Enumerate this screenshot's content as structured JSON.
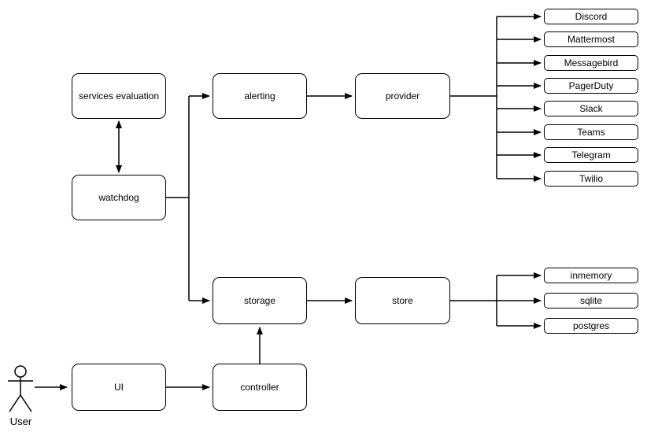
{
  "diagram": {
    "background_color": "#ffffff",
    "node_fill_color": "#ffffff",
    "stroke_color": "#000000",
    "actor": {
      "label": "User"
    },
    "nodes": {
      "services_evaluation": {
        "label": "services evaluation"
      },
      "watchdog": {
        "label": "watchdog"
      },
      "alerting": {
        "label": "alerting"
      },
      "provider": {
        "label": "provider"
      },
      "storage": {
        "label": "storage"
      },
      "store": {
        "label": "store"
      },
      "ui": {
        "label": "UI"
      },
      "controller": {
        "label": "controller"
      }
    },
    "provider_targets": [
      "Discord",
      "Mattermost",
      "Messagebird",
      "PagerDuty",
      "Slack",
      "Teams",
      "Telegram",
      "Twilio"
    ],
    "store_targets": [
      "inmemory",
      "sqlite",
      "postgres"
    ]
  }
}
